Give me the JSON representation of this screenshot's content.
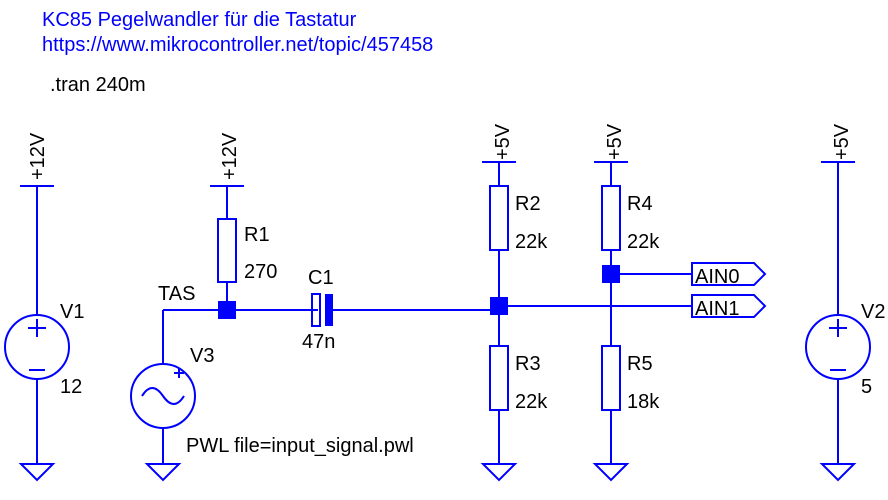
{
  "comments": {
    "title": "KC85 Pegelwandler für die Tastatur",
    "url": "https://www.mikrocontroller.net/topic/457458"
  },
  "directive": ".tran 240m",
  "net_labels": {
    "tas": "TAS",
    "ain0": "AIN0",
    "ain1": "AIN1"
  },
  "supply_flags": {
    "v1_top": "+12V",
    "r1_top": "+12V",
    "r2_top": "+5V",
    "r4_top": "+5V",
    "v2_top": "+5V"
  },
  "components": {
    "v1": {
      "name": "V1",
      "value": "12"
    },
    "v2": {
      "name": "V2",
      "value": "5"
    },
    "v3": {
      "name": "V3",
      "value": "PWL file=input_signal.pwl"
    },
    "r1": {
      "name": "R1",
      "value": "270"
    },
    "r2": {
      "name": "R2",
      "value": "22k"
    },
    "r3": {
      "name": "R3",
      "value": "22k"
    },
    "r4": {
      "name": "R4",
      "value": "22k"
    },
    "r5": {
      "name": "R5",
      "value": "18k"
    },
    "c1": {
      "name": "C1",
      "value": "47n"
    }
  },
  "colors": {
    "wire": "#0000ff",
    "comment": "#0000ff",
    "label": "#000000",
    "background": "#ffffff"
  }
}
